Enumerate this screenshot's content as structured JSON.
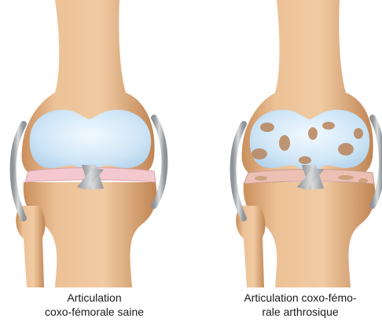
{
  "colors": {
    "bone": "#e7b98c",
    "bone_shadow": "#c78e5d",
    "cartilage": "#cfe6f7",
    "meniscus": "#f3c9cf",
    "ligament": "#b9bcbf",
    "damage": "#b9845a"
  },
  "figures": [
    {
      "id": "healthy",
      "caption_line1": "Articulation",
      "caption_line2": "coxo-fémorale saine"
    },
    {
      "id": "arthritic",
      "caption_line1": "Articulation coxo-fémo-",
      "caption_line2": "rale arthrosique"
    }
  ]
}
